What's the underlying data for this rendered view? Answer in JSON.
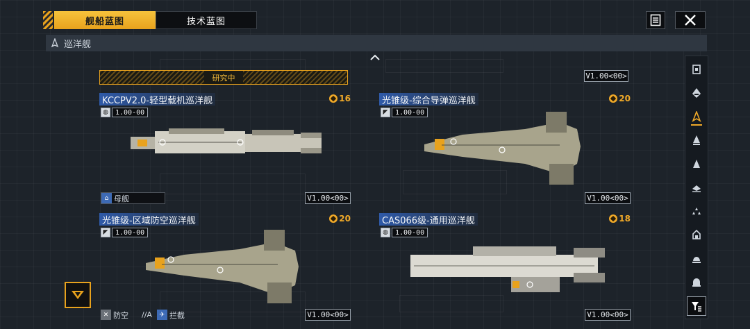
{
  "tabs": [
    {
      "label": "舰船蓝图",
      "active": true
    },
    {
      "label": "技术蓝图",
      "active": false
    }
  ],
  "header": {
    "doc_icon": "document-icon",
    "close_icon": "close-icon"
  },
  "category": {
    "icon": "cruiser-class-icon",
    "label": "巡洋舰"
  },
  "research_banner": {
    "label": "研究中"
  },
  "top_right_version": "V1.00<00>",
  "ships": [
    {
      "name": "KCCPV2.0-轻型载机巡洋舰",
      "cost": "16",
      "tier_icon": "globe-icon",
      "tier_value": "1.00-00",
      "tags": [
        {
          "icon": "carrier-icon",
          "label": "母舰"
        }
      ],
      "version": "V1.00<00>"
    },
    {
      "name": "光锥级-综合导弹巡洋舰",
      "cost": "20",
      "tier_icon": "lightcone-icon",
      "tier_value": "1.00-00",
      "tags": [],
      "version": "V1.00<00>"
    },
    {
      "name": "光锥级-区域防空巡洋舰",
      "cost": "20",
      "tier_icon": "lightcone-icon",
      "tier_value": "1.00-00",
      "tags": [
        {
          "icon": "anti-air-icon",
          "label": "防空"
        },
        {
          "icon": "",
          "label": "//A"
        },
        {
          "icon": "intercept-icon",
          "label": "拦截"
        }
      ],
      "version": "V1.00<00>"
    },
    {
      "name": "CAS066级-通用巡洋舰",
      "cost": "18",
      "tier_icon": "globe-icon",
      "tier_value": "1.00-00",
      "tags": [],
      "version": "V1.00<00>"
    }
  ],
  "sidebar": {
    "items": [
      {
        "icon": "station-icon",
        "active": false
      },
      {
        "icon": "battleship-icon",
        "active": false
      },
      {
        "icon": "cruiser-icon",
        "active": true
      },
      {
        "icon": "destroyer-icon",
        "active": false
      },
      {
        "icon": "frigate-icon",
        "active": false
      },
      {
        "icon": "corvette-icon",
        "active": false
      },
      {
        "icon": "fighter-squad-icon",
        "active": false
      },
      {
        "icon": "hangar-icon",
        "active": false
      },
      {
        "icon": "dome-icon",
        "active": false
      },
      {
        "icon": "bell-icon",
        "active": false
      }
    ],
    "filter_icon": "filter-icon"
  },
  "colors": {
    "accent": "#f0a928",
    "tab_active": "#f6c33c",
    "name_bar": "#2f5aa8",
    "background": "#1d232a"
  }
}
